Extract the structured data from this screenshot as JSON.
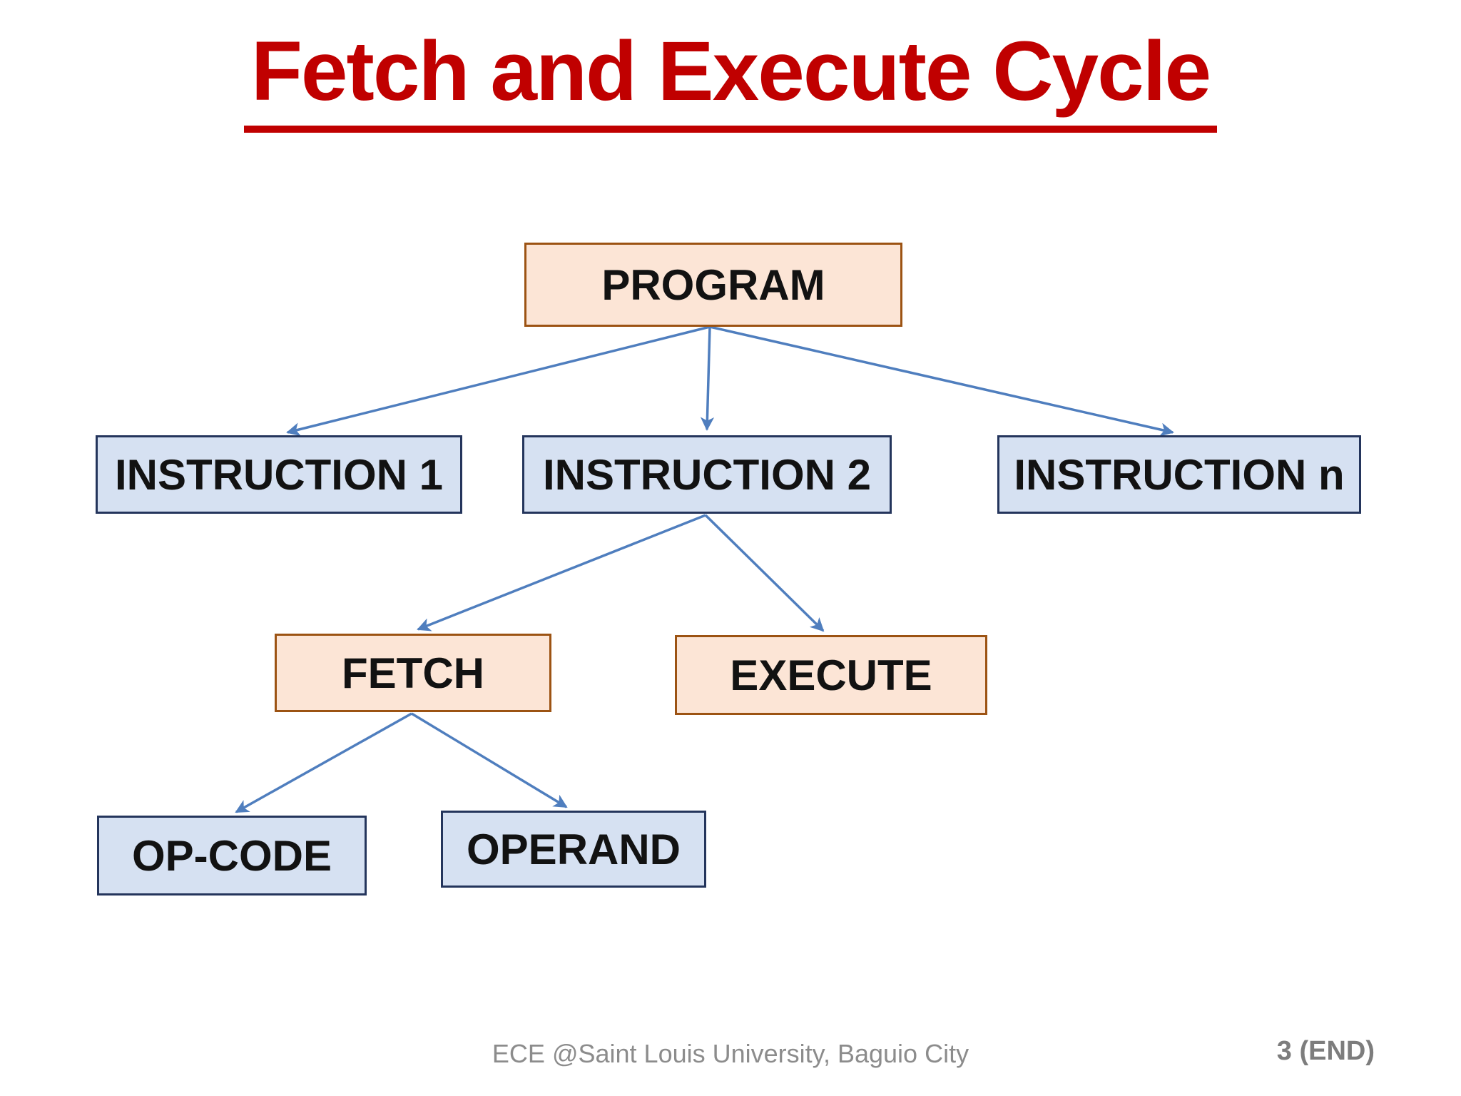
{
  "slide": {
    "title": "Fetch and Execute Cycle"
  },
  "diagram": {
    "nodes": [
      {
        "id": "program",
        "label": "PROGRAM",
        "style": "peach"
      },
      {
        "id": "instruction-1",
        "label": "INSTRUCTION 1",
        "style": "blue"
      },
      {
        "id": "instruction-2",
        "label": "INSTRUCTION 2",
        "style": "blue"
      },
      {
        "id": "instruction-n",
        "label": "INSTRUCTION n",
        "style": "blue"
      },
      {
        "id": "fetch",
        "label": "FETCH",
        "style": "peach"
      },
      {
        "id": "execute",
        "label": "EXECUTE",
        "style": "peach"
      },
      {
        "id": "op-code",
        "label": "OP-CODE",
        "style": "blue"
      },
      {
        "id": "operand",
        "label": "OPERAND",
        "style": "blue"
      }
    ],
    "edges": [
      {
        "from": "program",
        "to": "instruction-1"
      },
      {
        "from": "program",
        "to": "instruction-2"
      },
      {
        "from": "program",
        "to": "instruction-n"
      },
      {
        "from": "instruction-2",
        "to": "fetch"
      },
      {
        "from": "instruction-2",
        "to": "execute"
      },
      {
        "from": "fetch",
        "to": "op-code"
      },
      {
        "from": "fetch",
        "to": "operand"
      }
    ],
    "colors": {
      "title_red": "#C00000",
      "peach_fill": "#FCE5D6",
      "peach_border": "#9C5313",
      "blue_fill": "#D6E1F2",
      "blue_border": "#24355C",
      "arrow": "#4F7EBE",
      "node_text": "#121212",
      "footer_gray": "#8C8C8C"
    }
  },
  "footer": {
    "center": "ECE @Saint Louis University, Baguio City",
    "right": "3 (END)"
  }
}
